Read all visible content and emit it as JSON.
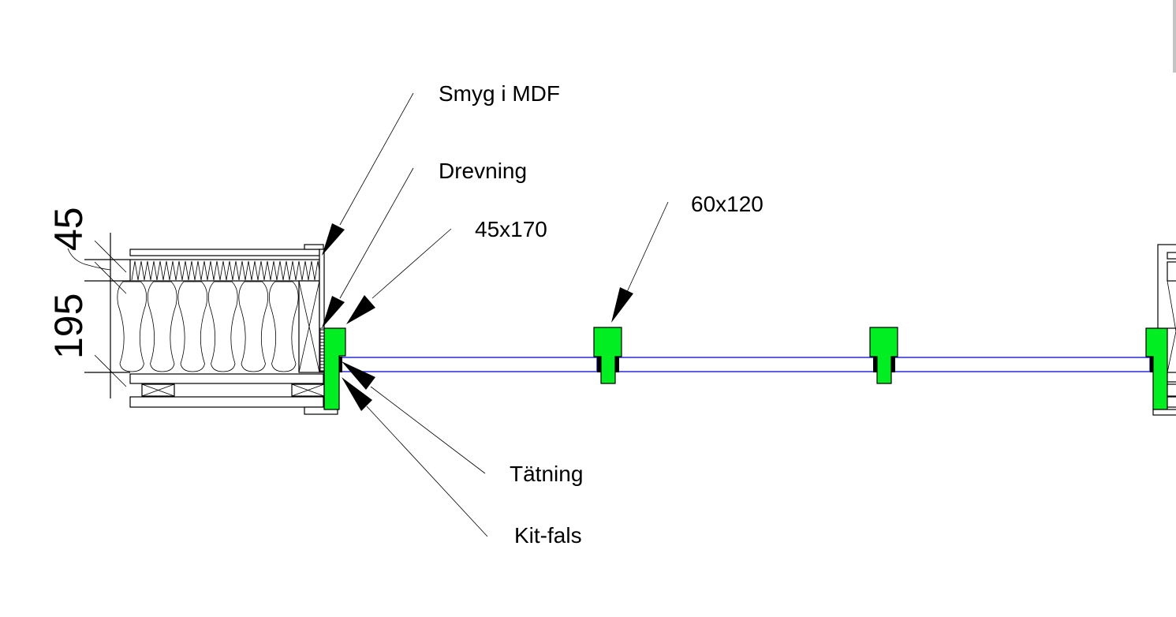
{
  "drawing": {
    "title": "Window section detail",
    "colors": {
      "post_fill": "#00ee22",
      "glass_line": "#1a1adc",
      "line": "#000000",
      "background": "#ffffff"
    },
    "dimensions": {
      "upper": "45",
      "lower": "195"
    },
    "labels": {
      "smyg": "Smyg i MDF",
      "drevning": "Drevning",
      "frame_size": "45x170",
      "mullion_size": "60x120",
      "tatning": "Tätning",
      "kitfals": "Kit-fals"
    },
    "mullion_count": 2
  }
}
